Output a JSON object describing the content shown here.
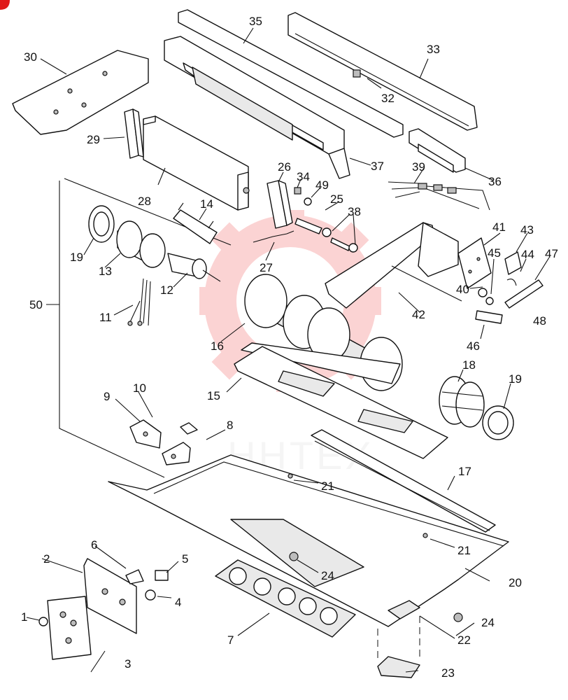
{
  "watermark": {
    "color": "#f03a3a",
    "text": "HHTEX"
  },
  "labels": {
    "p1": "1",
    "p2": "2",
    "p3": "3",
    "p4": "4",
    "p5": "5",
    "p6": "6",
    "p7": "7",
    "p8": "8",
    "p9": "9",
    "p10": "10",
    "p11": "11",
    "p12": "12",
    "p13": "13",
    "p14": "14",
    "p15": "15",
    "p16": "16",
    "p17": "17",
    "p18": "18",
    "p19a": "19",
    "p19b": "19",
    "p20": "20",
    "p21a": "21",
    "p21b": "21",
    "p22": "22",
    "p23": "23",
    "p24a": "24",
    "p24b": "24",
    "p25": "25",
    "p26": "26",
    "p27": "27",
    "p28": "28",
    "p29": "29",
    "p30": "30",
    "p32": "32",
    "p33": "33",
    "p34": "34",
    "p35": "35",
    "p36": "36",
    "p37": "37",
    "p38": "38",
    "p39": "39",
    "p40": "40",
    "p41": "41",
    "p42": "42",
    "p43": "43",
    "p44": "44",
    "p45": "45",
    "p46": "46",
    "p47": "47",
    "p48": "48",
    "p49": "49",
    "p50": "50"
  }
}
